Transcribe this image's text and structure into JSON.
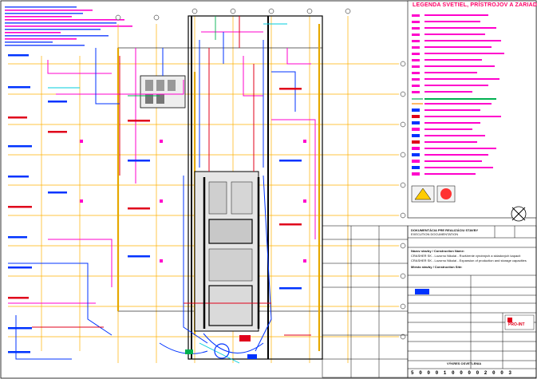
{
  "legend": {
    "title": "LEGENDA SVETIEL, PRÍSTROJOV A ZARIADENÍ"
  },
  "title_block": {
    "doc_type": "DOKUMENTÁCIA PRE REALIZÁCIU STAVBY",
    "doc_type_en": "EXECUTION DOCUMENTATION",
    "project_label": "Názov stavby / Construction Name:",
    "project_line1": "CRASHER SK - Lozorno Nikolai - Rozšírenie výrobných a skladových kapacít",
    "project_line2": "CRASHER SK - Lozorno Nikolai - Expansion of production and storage capacities",
    "site_label": "Miesto stavby / Construction Site:",
    "logo_text": "PRO-INT",
    "drawing_title": "VÝKRES OSVETLENIA",
    "sheet_number": "5 0 0 0 1 0 0 0 0 2 0 0 3"
  },
  "colors": {
    "grid": "#ffb000",
    "walls": "#000000",
    "cable_blue": "#0033ff",
    "cable_magenta": "#ff00cc",
    "cable_red": "#e0001b",
    "cable_cyan": "#00ccdd",
    "cable_green": "#00b050",
    "legend_title": "#ff0066"
  },
  "icons": [
    "compass-icon",
    "hazard-symbol-icon",
    "logo-icon"
  ]
}
